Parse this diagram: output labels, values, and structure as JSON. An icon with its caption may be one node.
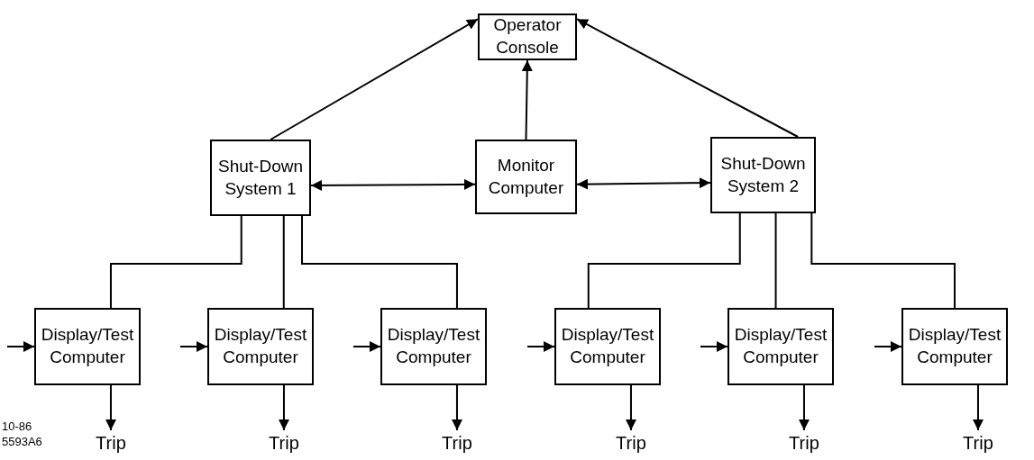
{
  "diagram": {
    "nodes": [
      {
        "text": [
          "Operator Console"
        ]
      },
      {
        "text": [
          "Shut-Down System 1"
        ]
      },
      {
        "text": [
          "Monitor Computer"
        ]
      },
      {
        "text": [
          "Shut-Down System 2"
        ]
      },
      {
        "text": [
          "Display/Test Computer"
        ]
      },
      {
        "text": [
          "Display/Test Computer"
        ]
      },
      {
        "text": [
          "Display/Test Computer"
        ]
      },
      {
        "text": [
          "Display/Test Computer"
        ]
      },
      {
        "text": [
          "Display/Test Computer"
        ]
      },
      {
        "text": [
          "Display/Test Computer"
        ]
      },
      {
        "text": [
          "Trip"
        ]
      },
      {
        "text": [
          "Trip"
        ]
      },
      {
        "text": [
          "Trip"
        ]
      },
      {
        "text": [
          "Trip"
        ]
      },
      {
        "text": [
          "Trip"
        ]
      },
      {
        "text": [
          "Trip"
        ]
      }
    ],
    "edges": [
      {
        "from": 1,
        "to": 0,
        "arrow": "to"
      },
      {
        "from": 2,
        "to": 0,
        "arrow": "to"
      },
      {
        "from": 3,
        "to": 0,
        "arrow": "to"
      },
      {
        "from": 1,
        "to": 2,
        "arrow": "both"
      },
      {
        "from": 2,
        "to": 3,
        "arrow": "both"
      },
      {
        "from": 1,
        "to": 4,
        "arrow": "none"
      },
      {
        "from": 1,
        "to": 5,
        "arrow": "none"
      },
      {
        "from": 1,
        "to": 6,
        "arrow": "none"
      },
      {
        "from": 3,
        "to": 7,
        "arrow": "none"
      },
      {
        "from": 3,
        "to": 8,
        "arrow": "none"
      },
      {
        "from": 3,
        "to": 9,
        "arrow": "none"
      },
      {
        "from": null,
        "to": 4,
        "arrow": "to"
      },
      {
        "from": null,
        "to": 5,
        "arrow": "to"
      },
      {
        "from": null,
        "to": 6,
        "arrow": "to"
      },
      {
        "from": null,
        "to": 7,
        "arrow": "to"
      },
      {
        "from": null,
        "to": 8,
        "arrow": "to"
      },
      {
        "from": null,
        "to": 9,
        "arrow": "to"
      },
      {
        "from": 4,
        "to": 10,
        "arrow": "to"
      },
      {
        "from": 5,
        "to": 11,
        "arrow": "to"
      },
      {
        "from": 6,
        "to": 12,
        "arrow": "to"
      },
      {
        "from": 7,
        "to": 13,
        "arrow": "to"
      },
      {
        "from": 8,
        "to": 14,
        "arrow": "to"
      },
      {
        "from": 9,
        "to": 15,
        "arrow": "to"
      }
    ],
    "labels": [
      "10-86",
      "5593A6"
    ]
  }
}
